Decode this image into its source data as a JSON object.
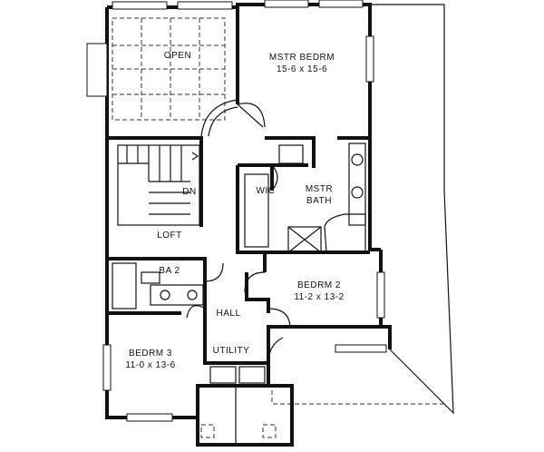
{
  "rooms": {
    "open": "OPEN",
    "master_bedroom": {
      "name": "MSTR BEDRM",
      "size": "15-6 x 15-6"
    },
    "walk_in_closet": "WIC",
    "master_bath": {
      "line1": "MSTR",
      "line2": "BATH"
    },
    "stairs_down": "DN",
    "loft": "LOFT",
    "bath_2": "BA 2",
    "bedroom_2": {
      "name": "BEDRM 2",
      "size": "11-2 x 13-2"
    },
    "hall": "HALL",
    "bedroom_3": {
      "name": "BEDRM 3",
      "size": "11-0 x 13-6"
    },
    "utility": "UTILITY"
  }
}
